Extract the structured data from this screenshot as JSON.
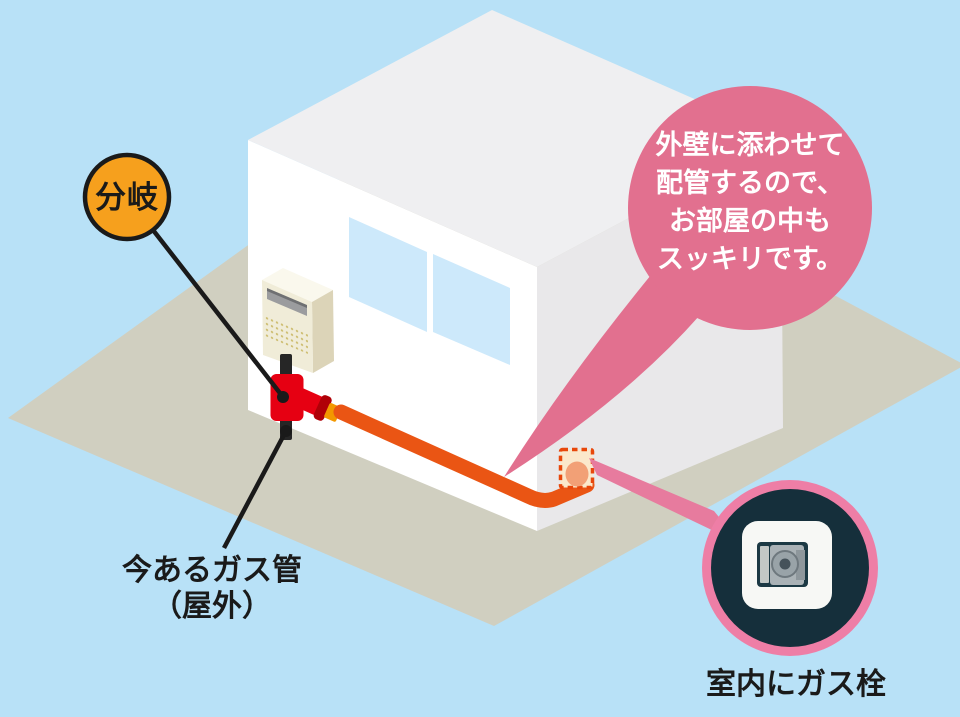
{
  "labels": {
    "branch_badge": "分岐",
    "existing_pipe_line1": "今あるガス管",
    "existing_pipe_line2": "（屋外）",
    "indoor_tap": "室内にガス栓"
  },
  "bubble": {
    "lines": [
      "外壁に添わせて",
      "配管するので、",
      "お部屋の中も",
      "スッキリです。"
    ]
  },
  "colors": {
    "background": "#b8e1f7",
    "ground": "#d0cfc0",
    "roof": "#efeff1",
    "wall_left": "#ffffff",
    "wall_right": "#e9e8ea",
    "window": "#cde9fb",
    "heater_front": "#f0ecd8",
    "heater_side": "#dcd4b8",
    "heater_top": "#faf8ed",
    "heater_slit": "#9b9c9e",
    "heater_slit_dark": "#6f7072",
    "pipe_black": "#262626",
    "valve_red": "#e60012",
    "valve_dark": "#b00007",
    "pipe_connector": "#f39800",
    "pipe_orange": "#ea5514",
    "badge_orange": "#f6a01d",
    "badge_border": "#1a1a1a",
    "callout_line": "#1a1a1a",
    "bubble_pink": "#e2708f",
    "pointer_pink": "#e77b9e",
    "outlet_box_fill": "#fbe8cb",
    "outlet_box_border": "#e8470b",
    "outlet_blob": "#f2a076",
    "photo_ring": "#ee7ea6",
    "photo_bg": "#152f3b",
    "photo_plate": "#f7f8f5",
    "photo_metal": "#aab2b6"
  }
}
